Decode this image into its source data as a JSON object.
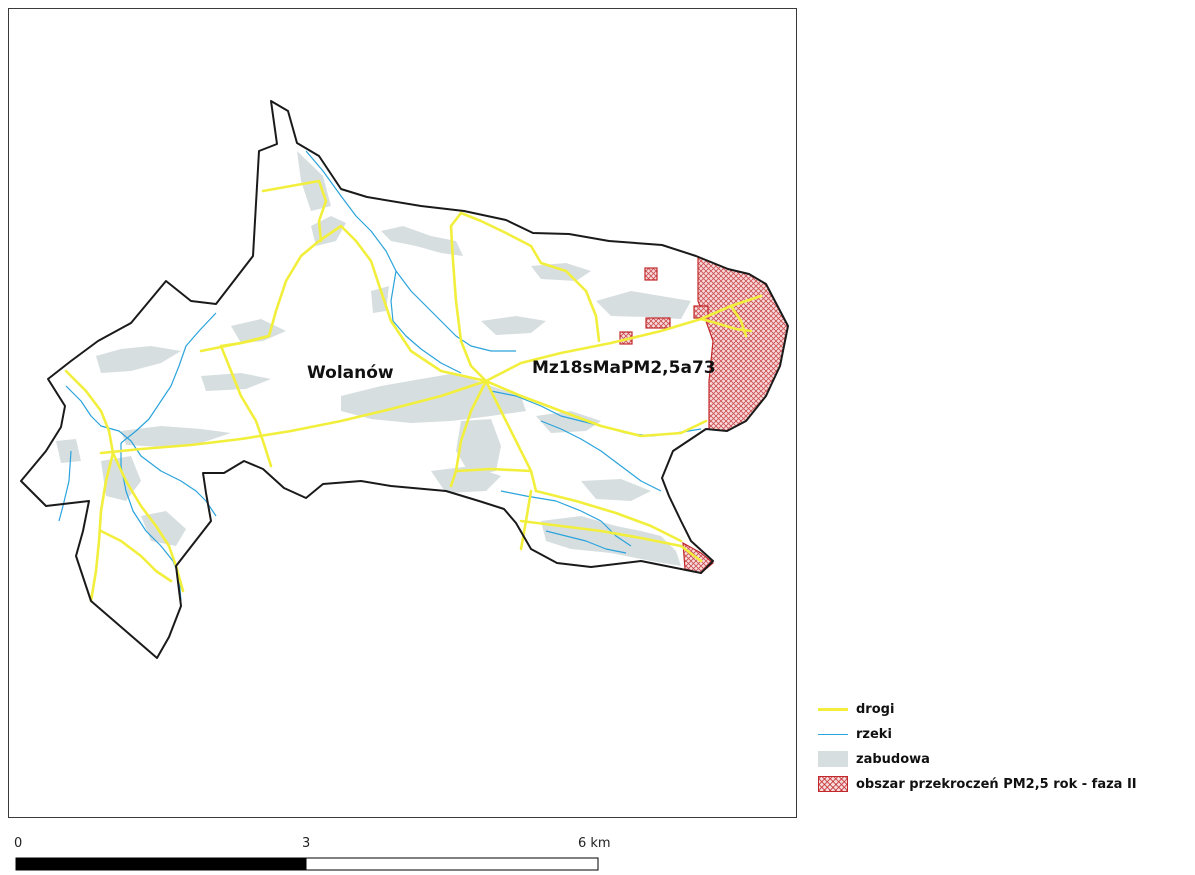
{
  "map": {
    "place_labels": {
      "municipality": "Wolanów",
      "exceedance_code": "Mz18sMaPM2,5a73"
    },
    "colors": {
      "boundary": "#1a1a1a",
      "roads": "#f2ef3c",
      "rivers": "#2aa3dc",
      "built_up": "#d7dee0",
      "exceedance_outline": "#c2282b",
      "exceedance_fill": "#f6dbdc"
    }
  },
  "legend": {
    "items": [
      {
        "label": "drogi",
        "symbol": "line",
        "icon": "road-line-icon"
      },
      {
        "label": "rzeki",
        "symbol": "thin-line",
        "icon": "river-line-icon"
      },
      {
        "label": "zabudowa",
        "symbol": "fill",
        "icon": "built-up-area-icon"
      },
      {
        "label": "obszar przekroczeń PM2,5 rok - faza II",
        "symbol": "hatched-fill",
        "icon": "exceedance-area-icon"
      }
    ]
  },
  "scalebar": {
    "labels": [
      "0",
      "3",
      "6 km"
    ]
  }
}
